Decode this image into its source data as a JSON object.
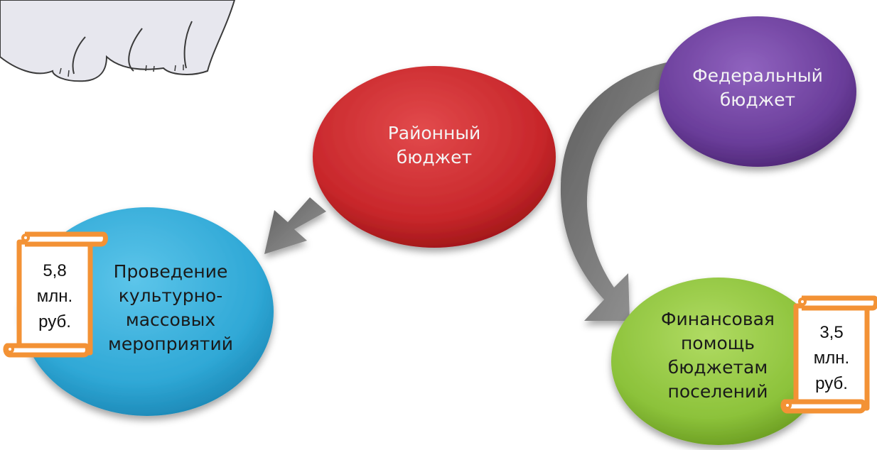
{
  "nodes": {
    "district_budget": "Районный\nбюджет",
    "federal_budget": "Федеральный\nбюджет",
    "cultural_events": "Проведение\nкультурно-\nмассовых\nмероприятий",
    "financial_aid": "Финансовая\nпомощь\nбюджетам\nпоселений"
  },
  "amounts": {
    "cultural_events": "5,8\nмлн.\nруб.",
    "financial_aid": "3,5\nмлн.\nруб."
  },
  "colors": {
    "district": "#c8272b",
    "federal": "#6a3d9a",
    "cultural": "#2fa8d6",
    "aid": "#8cc23a",
    "scroll": "#f39235",
    "arrow": "#8e8e8e"
  }
}
